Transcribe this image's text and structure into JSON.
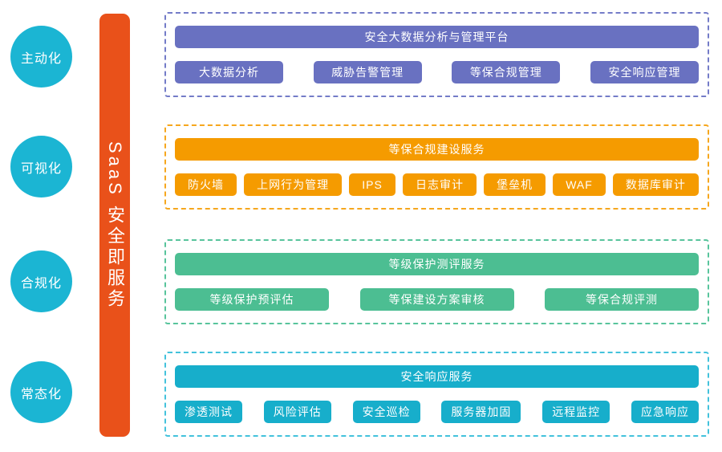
{
  "palette": {
    "circle_cyan": "#1BB5D3",
    "saas_bar_orange_red": "#E9511A",
    "section_purple": "#6971C1",
    "section_orange": "#F59B00",
    "section_green": "#4CBE92",
    "section_cyan": "#17AECB",
    "text_on_color": "#FFFFFF",
    "background": "#FFFFFF"
  },
  "left_capabilities": {
    "circles": [
      {
        "label": "主动化"
      },
      {
        "label": "可视化"
      },
      {
        "label": "合规化"
      },
      {
        "label": "常态化"
      }
    ]
  },
  "vertical_bar": {
    "label": "SaaS 安全即服务"
  },
  "sections": [
    {
      "header": "安全大数据分析与管理平台",
      "items": [
        "大数据分析",
        "威胁告警管理",
        "等保合规管理",
        "安全响应管理"
      ]
    },
    {
      "header": "等保合规建设服务",
      "items": [
        "防火墙",
        "上网行为管理",
        "IPS",
        "日志审计",
        "堡垒机",
        "WAF",
        "数据库审计"
      ]
    },
    {
      "header": "等级保护测评服务",
      "items": [
        "等级保护预评估",
        "等保建设方案审核",
        "等保合规评测"
      ]
    },
    {
      "header": "安全响应服务",
      "items": [
        "渗透测试",
        "风险评估",
        "安全巡检",
        "服务器加固",
        "远程监控",
        "应急响应"
      ]
    }
  ]
}
